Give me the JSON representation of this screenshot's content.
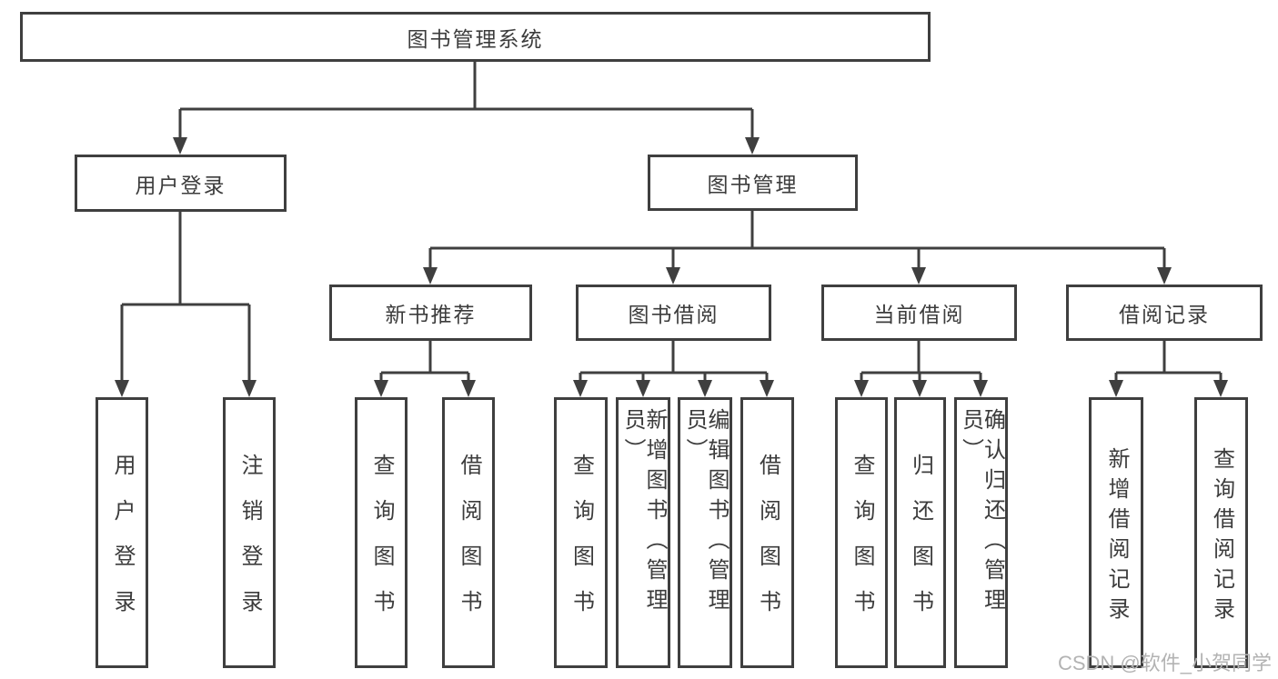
{
  "colors": {
    "line": "#3f3f3f",
    "text": "#3c3c3c",
    "watermark": "#b3b3b3",
    "bg": "#ffffff"
  },
  "watermark": {
    "text": "CSDN @软件_小贺同学"
  },
  "diagram": {
    "type": "hierarchy-tree",
    "root": {
      "label": "图书管理系统"
    },
    "branches": [
      {
        "label": "用户登录",
        "children": [
          {
            "label": "用户登录"
          },
          {
            "label": "注销登录"
          }
        ]
      },
      {
        "label": "图书管理",
        "children": [
          {
            "label": "新书推荐",
            "children": [
              {
                "label": "查询图书"
              },
              {
                "label": "借阅图书"
              }
            ]
          },
          {
            "label": "图书借阅",
            "children": [
              {
                "label": "查询图书"
              },
              {
                "label": "新增图书（管理员）"
              },
              {
                "label": "编辑图书（管理员）"
              },
              {
                "label": "借阅图书"
              }
            ]
          },
          {
            "label": "当前借阅",
            "children": [
              {
                "label": "查询图书"
              },
              {
                "label": "归还图书"
              },
              {
                "label": "确认归还（管理员）"
              }
            ]
          },
          {
            "label": "借阅记录",
            "children": [
              {
                "label": "新增借阅记录"
              },
              {
                "label": "查询借阅记录"
              }
            ]
          }
        ]
      }
    ]
  }
}
